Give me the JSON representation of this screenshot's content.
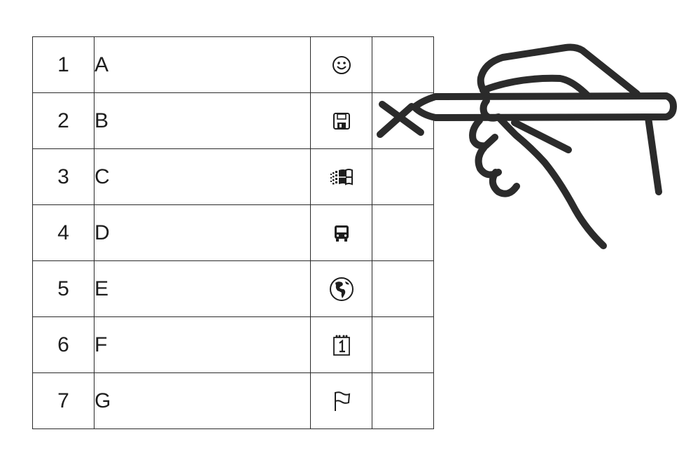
{
  "rows": [
    {
      "number": "1",
      "letter": "A",
      "icon": "smiley-face-icon",
      "checked": false
    },
    {
      "number": "2",
      "letter": "B",
      "icon": "floppy-disk-icon",
      "checked": true
    },
    {
      "number": "3",
      "letter": "C",
      "icon": "windows-flag-icon",
      "checked": false
    },
    {
      "number": "4",
      "letter": "D",
      "icon": "bus-icon",
      "checked": false
    },
    {
      "number": "5",
      "letter": "E",
      "icon": "globe-americas-icon",
      "checked": false
    },
    {
      "number": "6",
      "letter": "F",
      "icon": "calendar-page-icon",
      "checked": false
    },
    {
      "number": "7",
      "letter": "G",
      "icon": "flag-icon",
      "checked": false
    }
  ],
  "colors": {
    "ink": "#1e1e1e",
    "hand_stroke": "#2b2b2b",
    "background": "#ffffff"
  }
}
